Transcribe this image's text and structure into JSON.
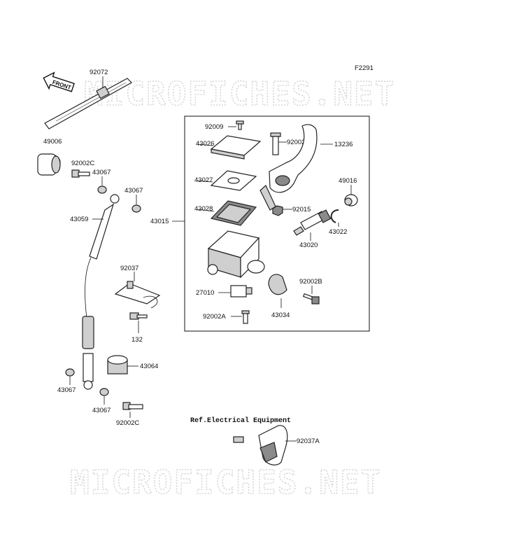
{
  "figure_code": "F2291",
  "watermark": "MICROFICHES.NET",
  "front_tag": "FRONT",
  "ref_note": "Ref.Electrical Equipment",
  "part_labels": {
    "p92072": "92072",
    "p49006": "49006",
    "p92002c_top": "92002C",
    "p43067_a": "43067",
    "p43067_b": "43067",
    "p43059": "43059",
    "p92037": "92037",
    "p132": "132",
    "p43064": "43064",
    "p43067_c": "43067",
    "p43067_d": "43067",
    "p92002c_bottom": "92002C",
    "p43015": "43015",
    "p92009": "92009",
    "p43026": "43026",
    "p43027": "43027",
    "p43028": "43028",
    "p92002": "92002",
    "p13236": "13236",
    "p49016": "49016",
    "p92015": "92015",
    "p43022": "43022",
    "p43020": "43020",
    "p92002b": "92002B",
    "p27010": "27010",
    "p43034": "43034",
    "p92002a": "92002A",
    "p92037a": "92037A"
  }
}
